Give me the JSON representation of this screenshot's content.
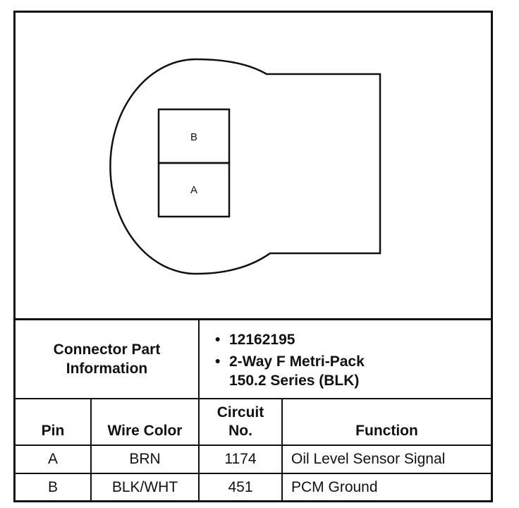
{
  "diagram": {
    "cavities": [
      {
        "label": "B"
      },
      {
        "label": "A"
      }
    ]
  },
  "connector_info": {
    "label_line1": "Connector Part",
    "label_line2": "Information",
    "bullet": "•",
    "items": [
      {
        "line1": "12162195",
        "line2": ""
      },
      {
        "line1": "2-Way F Metri-Pack",
        "line2": "150.2 Series (BLK)"
      }
    ]
  },
  "table": {
    "headers": {
      "pin": "Pin",
      "wire_color": "Wire Color",
      "circuit_line1": "Circuit",
      "circuit_line2": "No.",
      "function": "Function"
    },
    "rows": [
      {
        "pin": "A",
        "wire_color": "BRN",
        "circuit": "1174",
        "function": "Oil Level Sensor Signal"
      },
      {
        "pin": "B",
        "wire_color": "BLK/WHT",
        "circuit": "451",
        "function": "PCM Ground"
      }
    ]
  },
  "colors": {
    "line": "#111111",
    "background": "#ffffff"
  }
}
